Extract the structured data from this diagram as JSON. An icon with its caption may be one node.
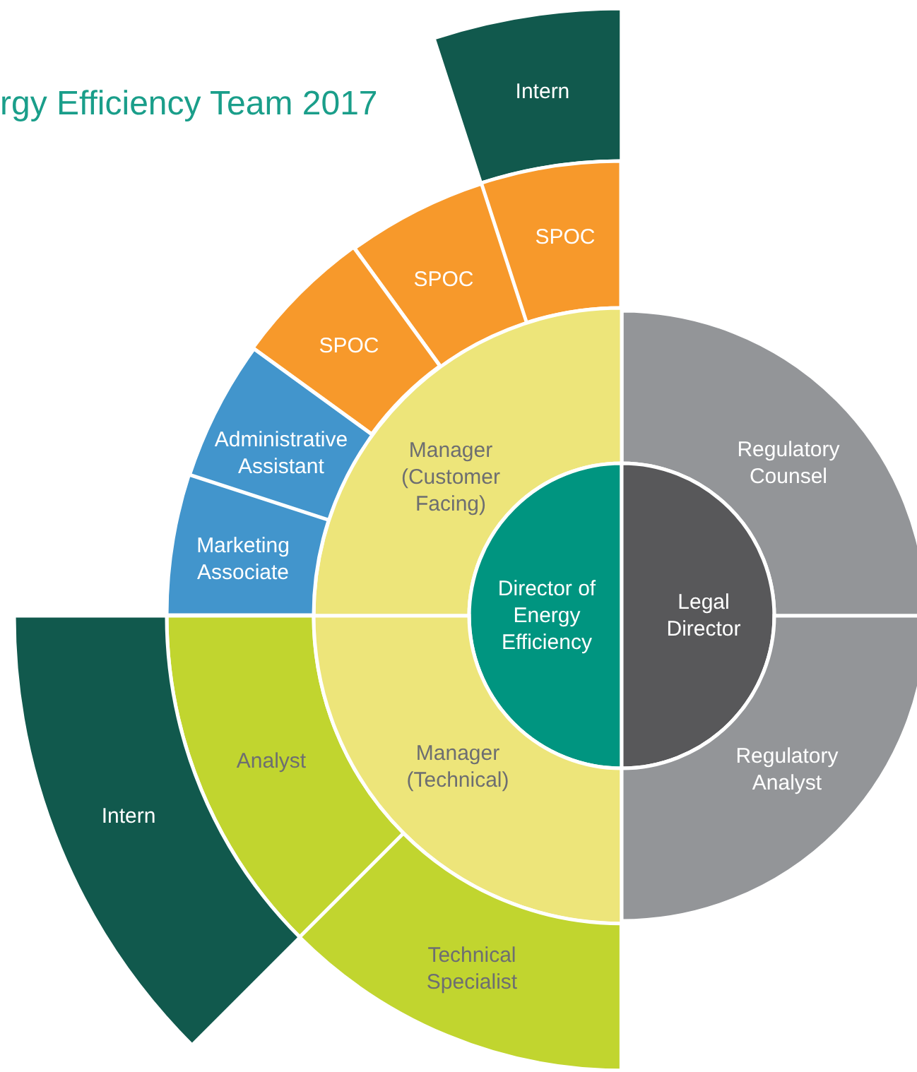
{
  "diagram": {
    "title": "rgy Efficiency Team 2017",
    "nodes": [
      {
        "text": [
          "Intern"
        ]
      },
      {
        "text": [
          "SPOC"
        ]
      },
      {
        "text": [
          "SPOC"
        ]
      },
      {
        "text": [
          "SPOC"
        ]
      },
      {
        "text": [
          "Administrative Assistant"
        ]
      },
      {
        "text": [
          "Regulatory Counsel"
        ]
      },
      {
        "text": [
          "Manager (Customer Facing)"
        ]
      },
      {
        "text": [
          "Marketing Associate"
        ]
      },
      {
        "text": [
          "Director of Energy Efficiency"
        ]
      },
      {
        "text": [
          "Legal Director"
        ]
      },
      {
        "text": [
          "Analyst"
        ]
      },
      {
        "text": [
          "Intern"
        ]
      },
      {
        "text": [
          "Manager (Technical)"
        ]
      },
      {
        "text": [
          "Regulatory Analyst"
        ]
      },
      {
        "text": [
          "Technical Specialist"
        ]
      }
    ]
  }
}
